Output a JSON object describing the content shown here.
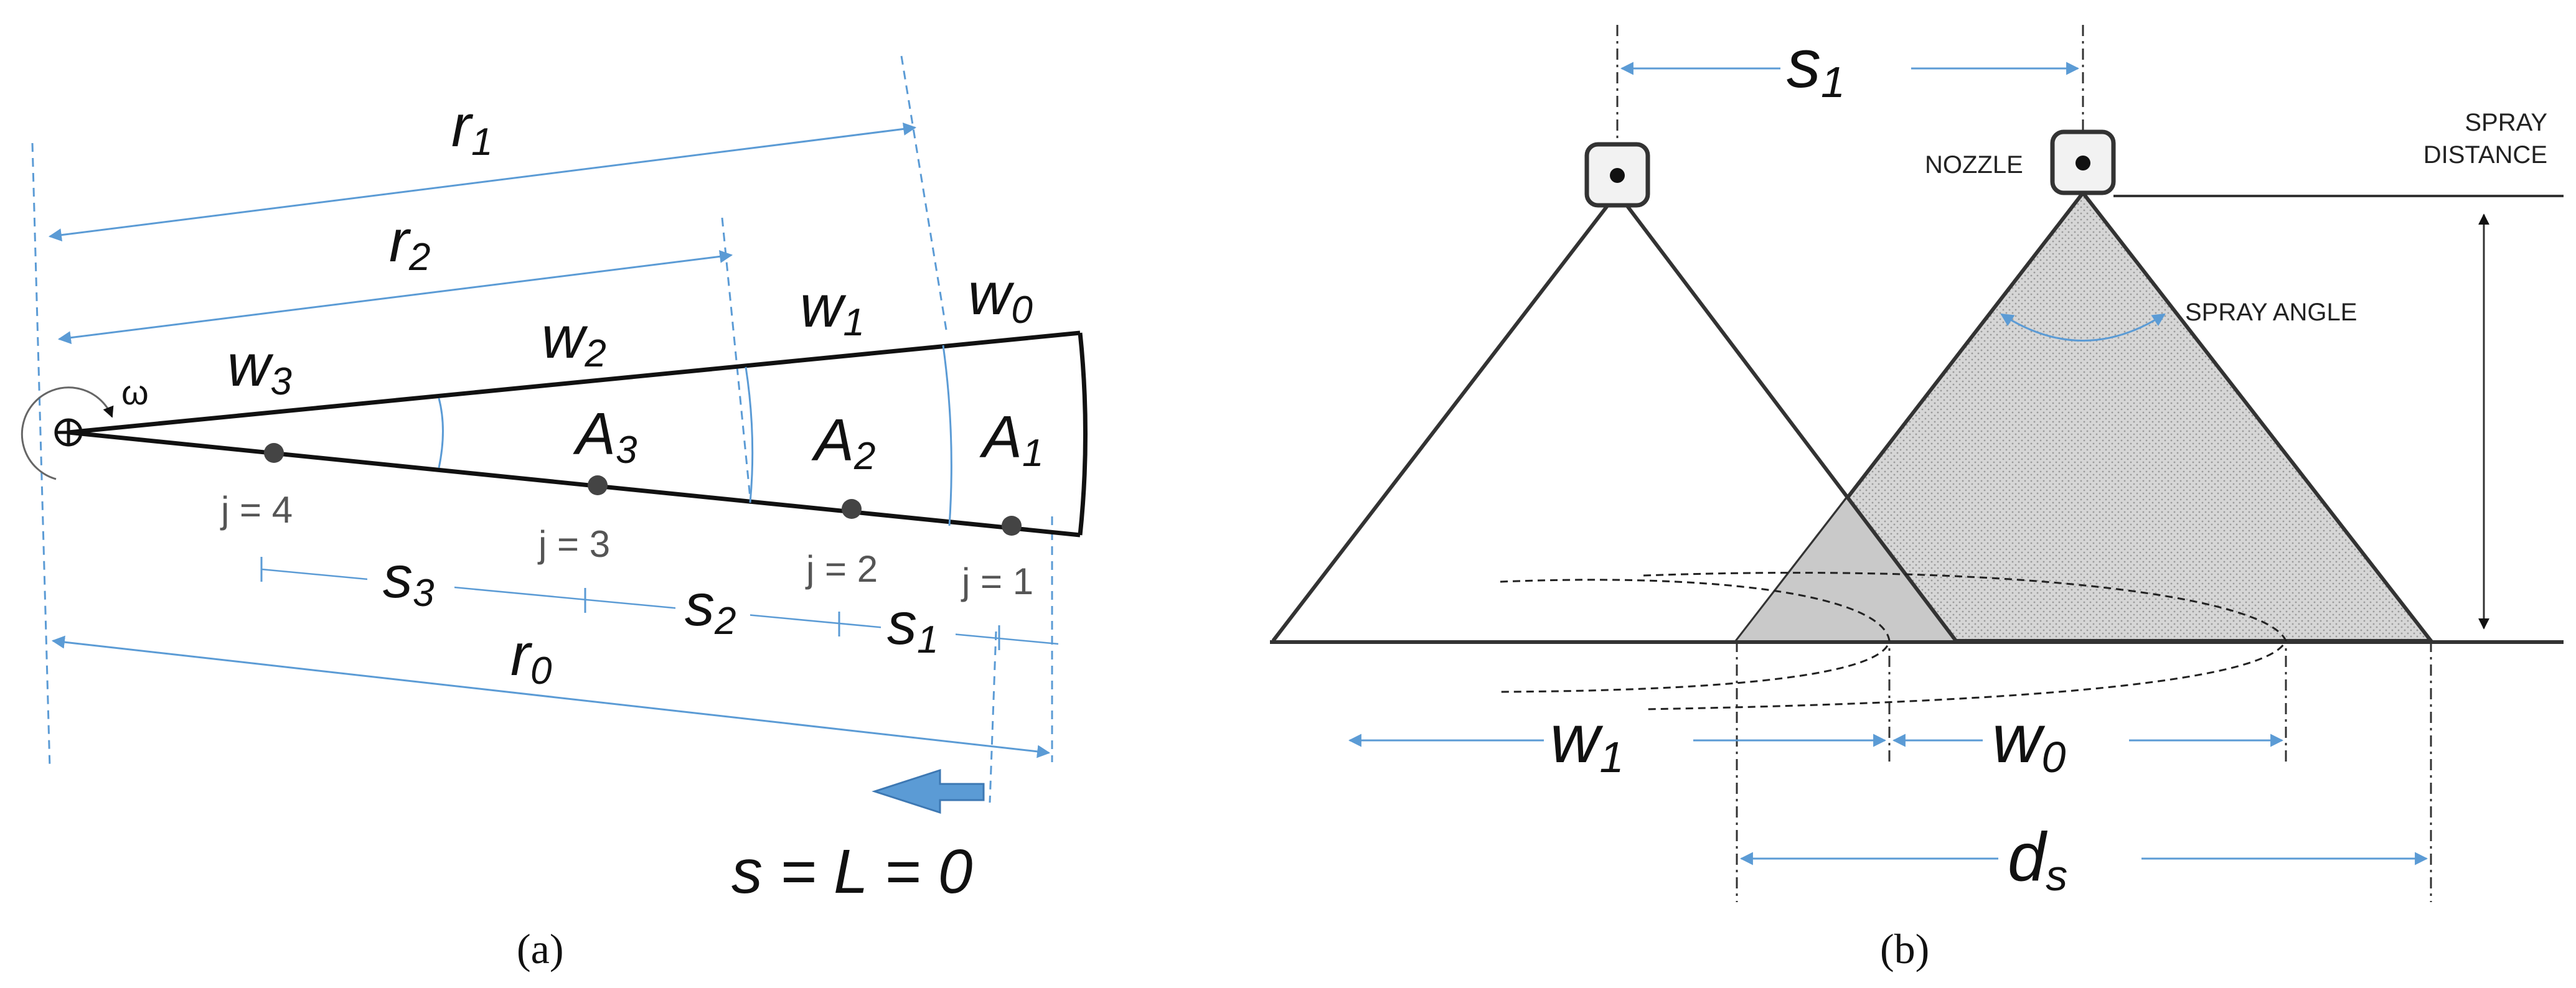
{
  "panel_a": {
    "caption": "(a)",
    "rotation_symbol": "ω",
    "radii": [
      {
        "base": "r",
        "sub": "1"
      },
      {
        "base": "r",
        "sub": "2"
      },
      {
        "base": "r",
        "sub": "0"
      }
    ],
    "zones": [
      {
        "base": "w",
        "sub": "0"
      },
      {
        "base": "w",
        "sub": "1"
      },
      {
        "base": "w",
        "sub": "2"
      },
      {
        "base": "w",
        "sub": "3"
      }
    ],
    "areas": [
      {
        "base": "A",
        "sub": "1"
      },
      {
        "base": "A",
        "sub": "2"
      },
      {
        "base": "A",
        "sub": "3"
      }
    ],
    "nozzles": [
      "j = 1",
      "j = 2",
      "j = 3",
      "j = 4"
    ],
    "spacings": [
      {
        "base": "s",
        "sub": "1"
      },
      {
        "base": "s",
        "sub": "2"
      },
      {
        "base": "s",
        "sub": "3"
      }
    ],
    "origin_label": "s = L = 0"
  },
  "panel_b": {
    "caption": "(b)",
    "spacing": {
      "base": "s",
      "sub": "1"
    },
    "nozzle_label": "NOZZLE",
    "spray_distance_label": [
      "SPRAY",
      "DISTANCE"
    ],
    "spray_angle_label": "SPRAY ANGLE",
    "widths": [
      {
        "base": "w",
        "sub": "1"
      },
      {
        "base": "w",
        "sub": "0"
      }
    ],
    "overlap": {
      "base": "d",
      "sub": "s"
    }
  },
  "colors": {
    "arrow_blue": "#5b9bd5",
    "line_black": "#111111",
    "fill_gray": "#d4d4d4",
    "dot_gray": "#444444"
  }
}
